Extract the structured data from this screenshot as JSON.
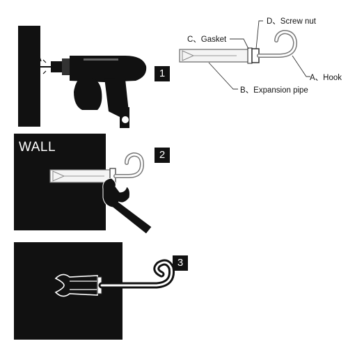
{
  "labels": {
    "gasket": "C、Gasket",
    "screw_nut": "D、Screw nut",
    "hook": "A、Hook",
    "expansion_pipe": "B、Expansion pipe",
    "wall": "WALL"
  },
  "steps": [
    "1",
    "2",
    "3"
  ],
  "colors": {
    "ink": "#111111",
    "paper": "#ffffff",
    "stroke": "#777777"
  },
  "icons": [
    "drill-icon",
    "wrench-icon",
    "expansion-bolt-icon",
    "hook-icon"
  ]
}
